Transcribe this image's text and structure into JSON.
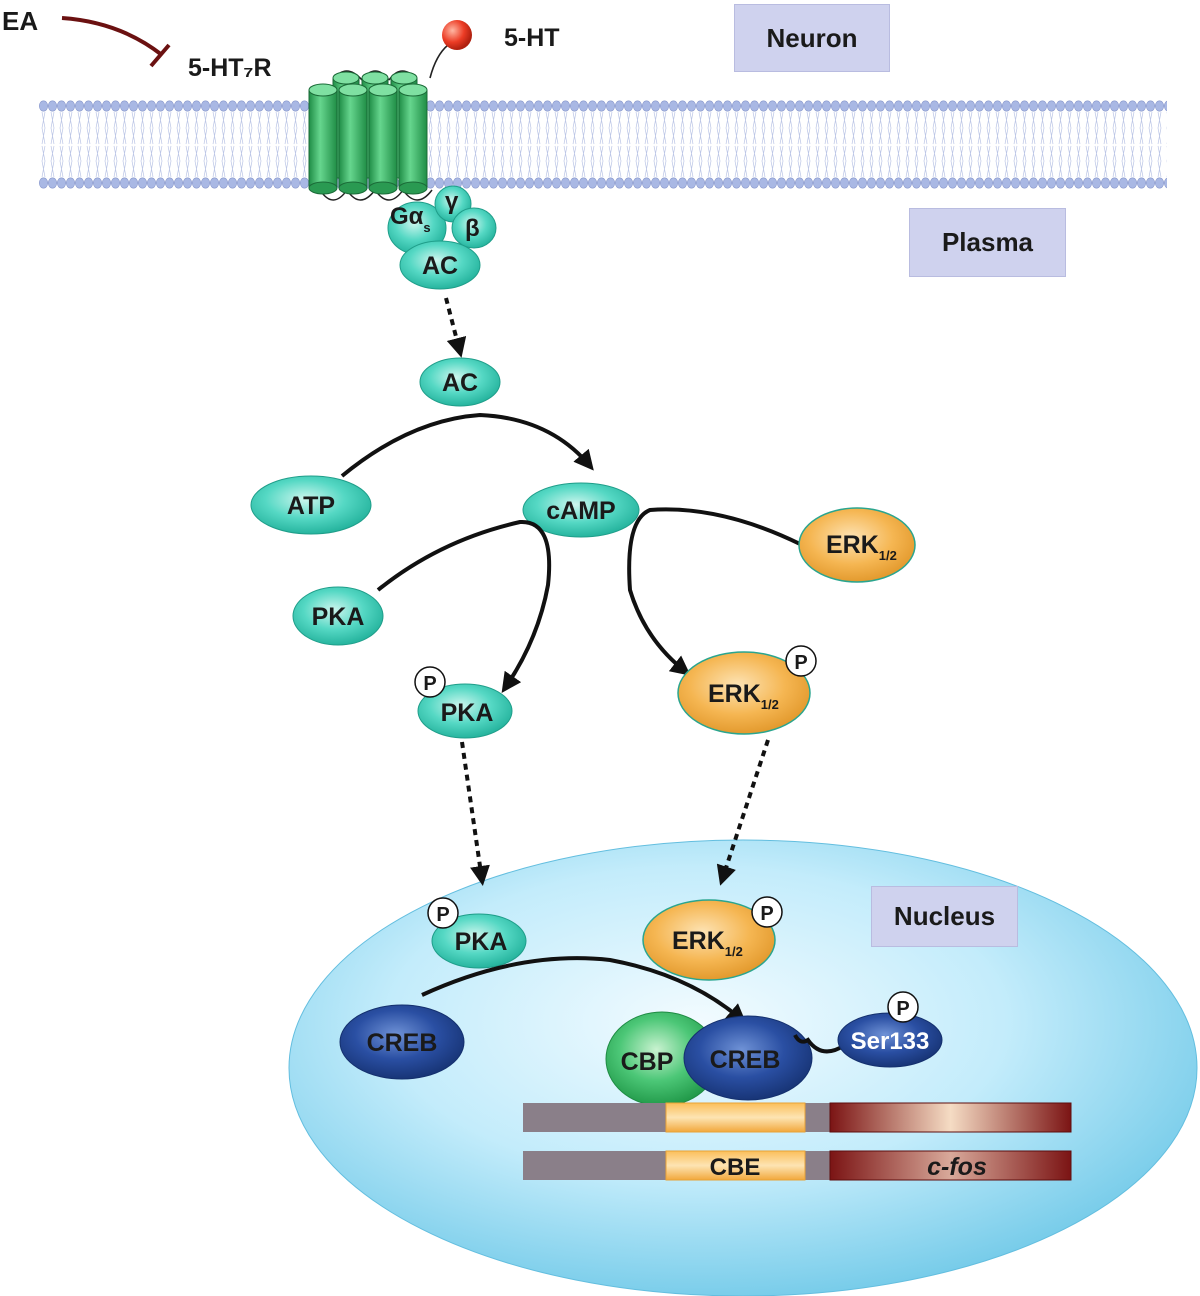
{
  "labels": {
    "neuron": "Neuron",
    "plasma": "Plasma",
    "nucleus": "Nucleus",
    "ea": "EA",
    "receptor": "5-HT₇R",
    "ligand": "5-HT",
    "g_alpha": "Gα",
    "g_alpha_sub": "s",
    "g_gamma": "γ",
    "g_beta": "β",
    "ac_membrane": "AC",
    "ac": "AC",
    "atp": "ATP",
    "camp": "cAMP",
    "pka": "PKA",
    "erk": "ERK",
    "erk_sub": "1/2",
    "p": "P",
    "creb": "CREB",
    "cbp": "CBP",
    "ser133": "Ser133",
    "cbe": "CBE",
    "cfos": "c-fos"
  },
  "colors": {
    "teal": "#49d3bf",
    "orange": "#f4b24e",
    "navy": "#24489a",
    "green": "#38b864",
    "membrane": "#a9b8e4",
    "nucleus": "#bfe9fa",
    "dark_red": "#7b1414",
    "gene_gray": "#8a7f89",
    "label_box": "#cfd2ee"
  }
}
